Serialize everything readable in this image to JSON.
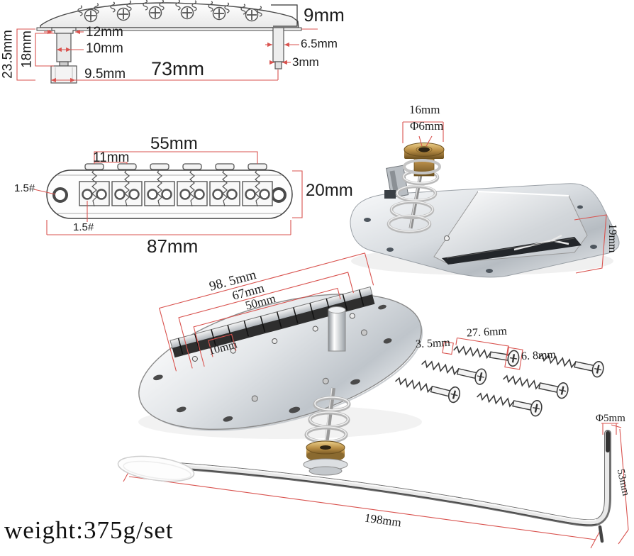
{
  "product": {
    "weight_label": "weight:375g/set"
  },
  "colors": {
    "dimension_line": "#d9534f",
    "ink": "#1c1c1c",
    "brass": "#b5924c",
    "chrome_light": "#f2f4f6",
    "chrome_dark": "#9aa2aa"
  },
  "side_view": {
    "plate_height": "9mm",
    "flange_width": "12mm",
    "post_width": "10mm",
    "right_post_width": "6.5mm",
    "tip_width": "3mm",
    "total_height": "23.5mm",
    "post_height": "18mm",
    "bushing_width": "9.5mm",
    "post_spacing": "73mm"
  },
  "front_view": {
    "saddle_span": "55mm",
    "saddle_pitch": "11mm",
    "mount_hole": "1.5#",
    "saddle_hole": "1.5#",
    "body_height": "20mm",
    "total_width": "87mm"
  },
  "tailpiece": {
    "collar_width": "16mm",
    "hole_diameter": "Φ6mm",
    "edge_height": "19mm"
  },
  "base_plate": {
    "outer_length": "98. 5mm",
    "mid_length": "67mm",
    "inner_length": "50mm",
    "string_spacing": "10mm"
  },
  "screws": {
    "shaft_length": "27. 6mm",
    "thread_diameter": "3. 5mm",
    "head_diameter": "6. 8mm"
  },
  "arm": {
    "rod_diameter": "Φ5mm",
    "bend_height": "53mm",
    "length": "198mm"
  }
}
